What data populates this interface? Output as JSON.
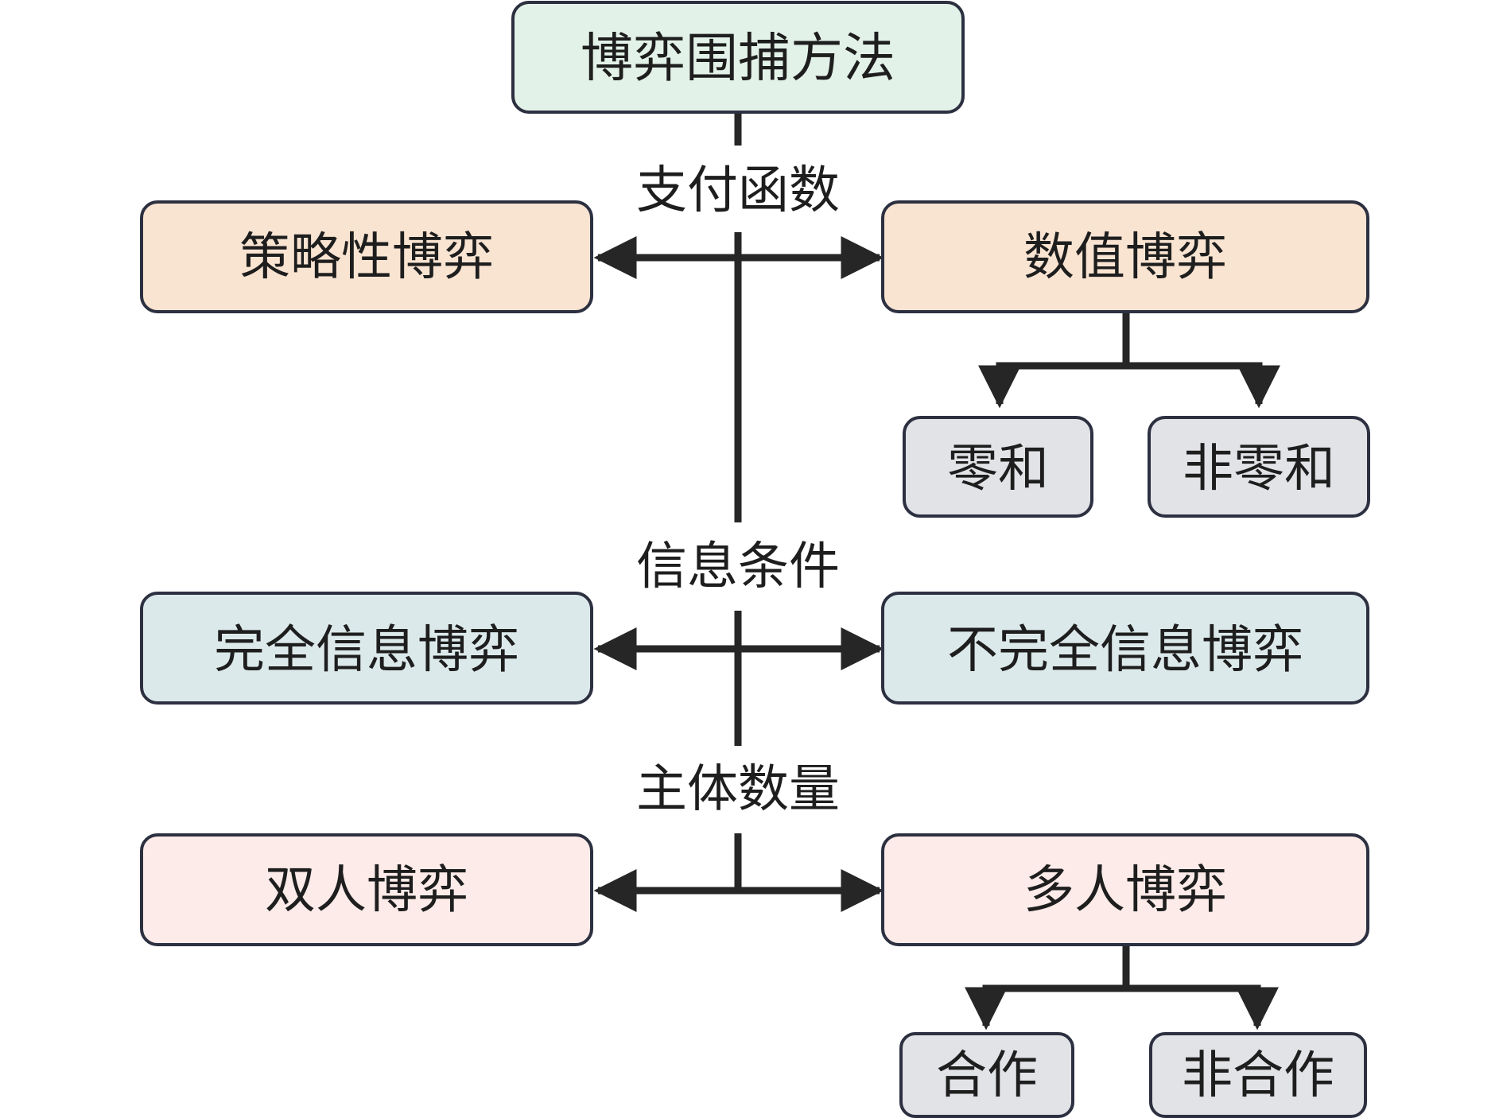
{
  "title": "博弈围捕方法",
  "colors": {
    "title_fill": "#e3f2e8",
    "payoff_fill": "#f9e4d2",
    "info_fill": "#dce9eb",
    "agent_fill": "#fcebe8",
    "leaf_fill": "#e2e3e7",
    "border": "#2c3040",
    "line": "#262626"
  },
  "sections": [
    {
      "id": "payoff",
      "criterion": "支付函数",
      "left": "策略性博弈",
      "right": "数值博弈",
      "right_children": [
        "零和",
        "非零和"
      ]
    },
    {
      "id": "info",
      "criterion": "信息条件",
      "left": "完全信息博弈",
      "right": "不完全信息博弈",
      "right_children": []
    },
    {
      "id": "agents",
      "criterion": "主体数量",
      "left": "双人博弈",
      "right": "多人博弈",
      "right_children": [
        "合作",
        "非合作"
      ]
    }
  ]
}
